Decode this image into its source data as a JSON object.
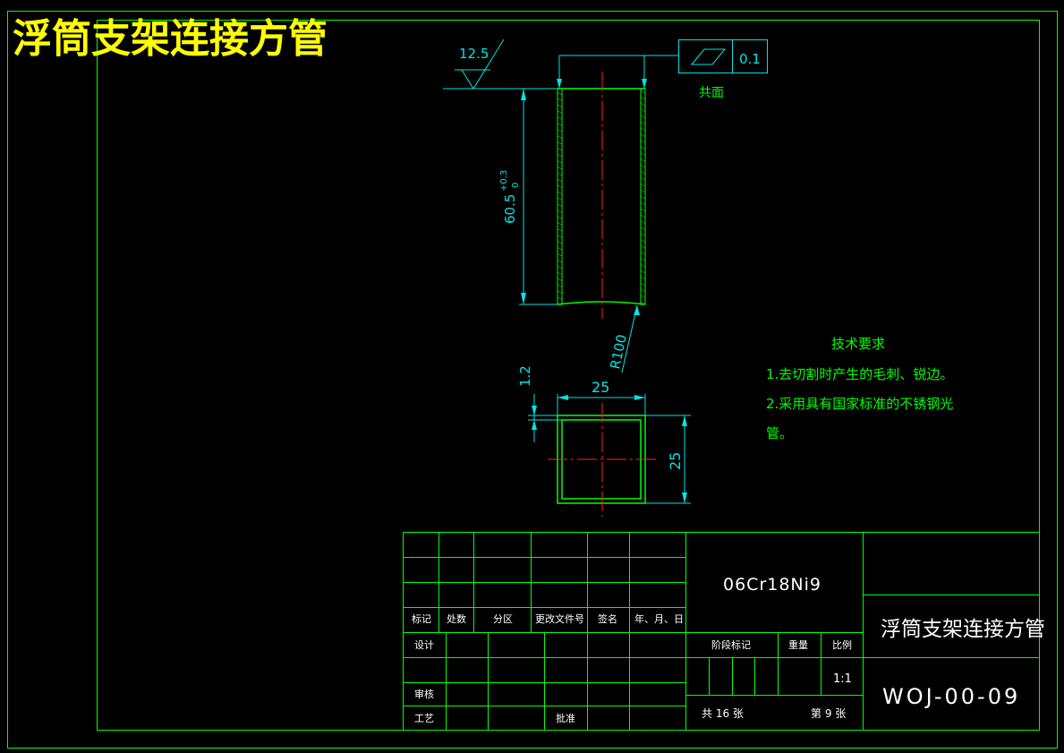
{
  "drawing": {
    "title_overlay": "浮筒支架连接方管",
    "colors": {
      "background": "#000000",
      "frame": "#00ff00",
      "part": "#00ff00",
      "dimension": "#00e5e5",
      "centerline": "#ff2020",
      "text": "#ffffff",
      "title_overlay": "#ffff00",
      "notes": "#00ff00",
      "table_text": "#ffffff"
    }
  },
  "annotations": {
    "roughness": "12.5",
    "flatness_symbol": "parallelogram-icon",
    "flatness_value": "0.1",
    "datum_note": "共面",
    "length_dim_main": "60.5",
    "length_dim_tol_upper": "+0.3",
    "length_dim_tol_lower": "0",
    "radius_dim": "R100",
    "wall_thickness_dim": "1.2",
    "width_dim": "25",
    "height_dim": "25"
  },
  "notes": {
    "heading": "技术要求",
    "item1": "1.去切割时产生的毛刺、锐边。",
    "item2_line1": "2.采用具有国家标准的不锈钢光",
    "item2_line2": "管。"
  },
  "title_block": {
    "material": "06Cr18Ni9",
    "part_name": "浮筒支架连接方管",
    "drawing_number": "WOJ-00-09",
    "headers": {
      "mark": "标记",
      "count": "处数",
      "zone": "分区",
      "change_doc": "更改文件号",
      "signature": "签名",
      "date": "年、月、日"
    },
    "roles": {
      "design": "设计",
      "review": "审核",
      "process": "工艺",
      "approve": "批准"
    },
    "stage_mark": "阶段标记",
    "weight": "重量",
    "scale": "比例",
    "scale_value": "1:1",
    "sheets_total": "共 16 张",
    "sheet_number": "第 9 张"
  }
}
